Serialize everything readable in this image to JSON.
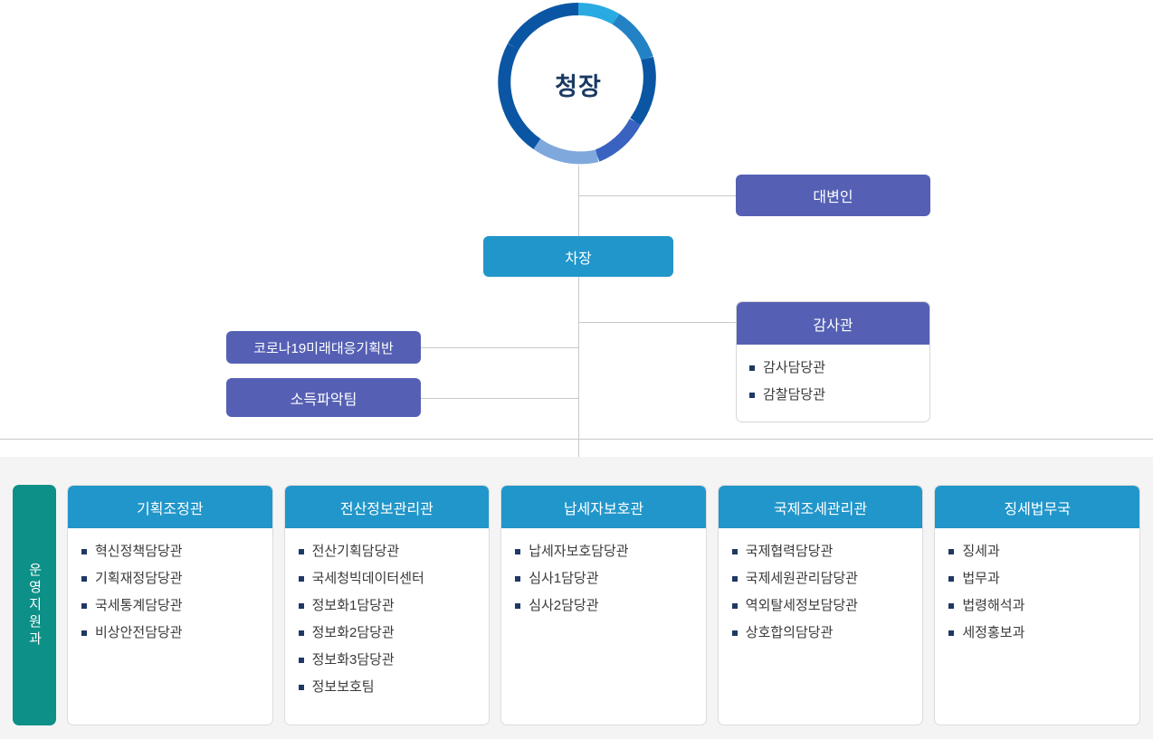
{
  "chief": {
    "label": "청장",
    "ring_colors": [
      "#29abe2",
      "#2382c4",
      "#3a62c0",
      "#7fa8dd",
      "#0b56a4",
      "#0b56a4"
    ]
  },
  "colors": {
    "purple": "#5560b4",
    "cyan": "#2196ca",
    "teal": "#0c9087",
    "bullet": "#1f3864",
    "line": "#c9c9c9",
    "band": "#f4f4f4"
  },
  "direct_boxes": [
    {
      "id": "spokesperson",
      "label": "대변인",
      "style": "purple"
    },
    {
      "id": "vice-chief",
      "label": "차장",
      "style": "cyan"
    },
    {
      "id": "corona",
      "label": "코로나19미래대응기획반",
      "style": "purple"
    },
    {
      "id": "income",
      "label": "소득파악팀",
      "style": "purple"
    }
  ],
  "audit_panel": {
    "title": "감사관",
    "items": [
      "감사담당관",
      "감찰담당관"
    ]
  },
  "support_column": {
    "label": "운영지원과"
  },
  "departments": [
    {
      "title": "기획조정관",
      "items": [
        "혁신정책담당관",
        "기획재정담당관",
        "국세통계담당관",
        "비상안전담당관"
      ]
    },
    {
      "title": "전산정보관리관",
      "items": [
        "전산기획담당관",
        "국세청빅데이터센터",
        "정보화1담당관",
        "정보화2담당관",
        "정보화3담당관",
        "정보보호팀"
      ]
    },
    {
      "title": "납세자보호관",
      "items": [
        "납세자보호담당관",
        "심사1담당관",
        "심사2담당관"
      ]
    },
    {
      "title": "국제조세관리관",
      "items": [
        "국제협력담당관",
        "국제세원관리담당관",
        "역외탈세정보담당관",
        "상호합의담당관"
      ]
    },
    {
      "title": "징세법무국",
      "items": [
        "징세과",
        "법무과",
        "법령해석과",
        "세정홍보과"
      ]
    }
  ]
}
